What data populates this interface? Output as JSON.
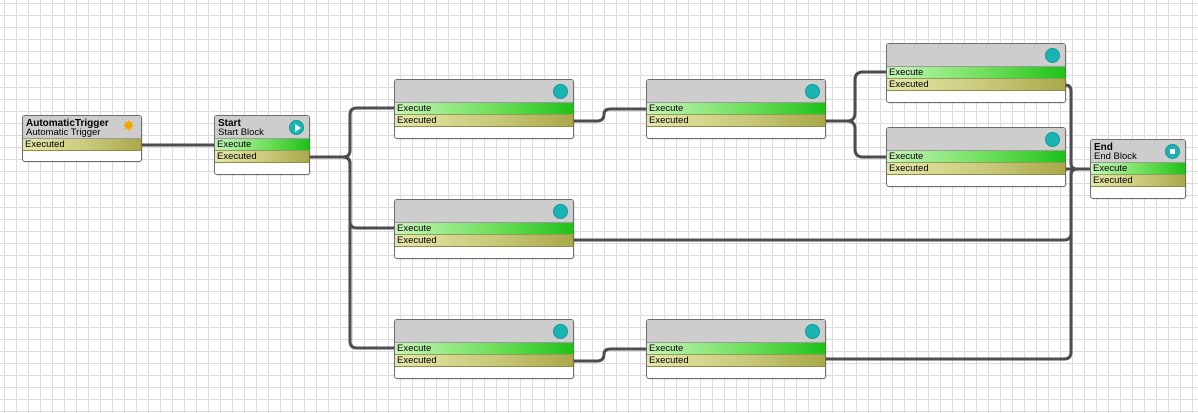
{
  "nodes": {
    "trigger": {
      "title": "AutomaticTrigger",
      "subtitle": "Automatic Trigger",
      "output_label": "Executed",
      "icon": "burst-icon",
      "icon_color": "#f4a500"
    },
    "start": {
      "title": "Start",
      "subtitle": "Start Block",
      "input_label": "Execute",
      "output_label": "Executed",
      "icon": "play-icon"
    },
    "end": {
      "title": "End",
      "subtitle": "End Block",
      "input_label": "Execute",
      "output_label": "Executed",
      "icon": "stop-icon"
    },
    "block_1": {
      "input_label": "Execute",
      "output_label": "Executed"
    },
    "block_2": {
      "input_label": "Execute",
      "output_label": "Executed"
    },
    "block_3": {
      "input_label": "Execute",
      "output_label": "Executed"
    },
    "block_4": {
      "input_label": "Execute",
      "output_label": "Executed"
    },
    "block_5": {
      "input_label": "Execute",
      "output_label": "Executed"
    },
    "block_6": {
      "input_label": "Execute",
      "output_label": "Executed"
    },
    "block_7": {
      "input_label": "Execute",
      "output_label": "Executed"
    }
  },
  "colors": {
    "status_indicator": "#18b4b4",
    "execute_port": "#1fc21a",
    "executed_port": "#aaa84a",
    "header": "#cdcdcd",
    "wire": "#333333"
  }
}
